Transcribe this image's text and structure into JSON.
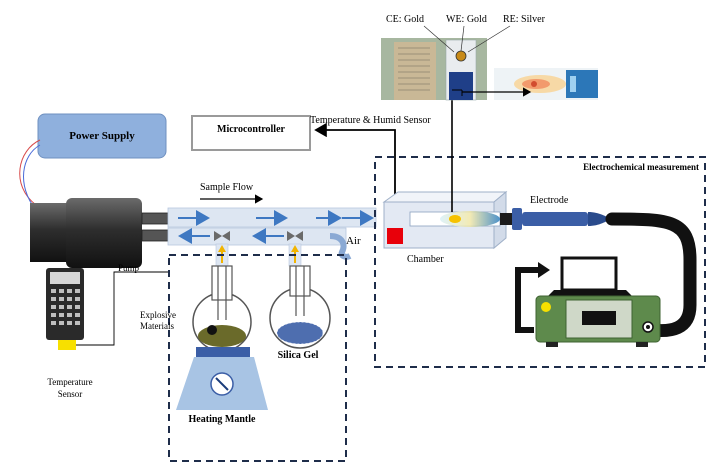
{
  "labels": {
    "power_supply": "Power Supply",
    "microcontroller": "Microcontroller",
    "temp_humid_sensor": "Temperature & Humid Sensor",
    "electrochemical_measurement": "Electrochemical measurement",
    "sample_flow": "Sample Flow",
    "air": "Air",
    "chamber": "Chamber",
    "electrode": "Electrode",
    "pump": "Pump",
    "temperature_sensor_line1": "Temperature",
    "temperature_sensor_line2": "Sensor",
    "explosive_line1": "Explosive",
    "explosive_line2": "Materials",
    "silica_gel": "Silica Gel",
    "heating_mantle": "Heating Mantle",
    "ce": "CE: Gold",
    "we": "WE: Gold",
    "re": "RE: Silver"
  },
  "colors": {
    "power_supply_fill": "#8fb0dd",
    "tube_fill": "#dde6f2",
    "flow_arrow": "#3e78c2",
    "chamber_fill": "#e3e9f3",
    "sensor_red": "#e8000a",
    "mantle_blue": "#a8c4e4",
    "heater_top": "#3b5ea6",
    "yellow": "#f7e000",
    "device_green": "#5e8a4c",
    "dark": "#1c1c1c"
  }
}
